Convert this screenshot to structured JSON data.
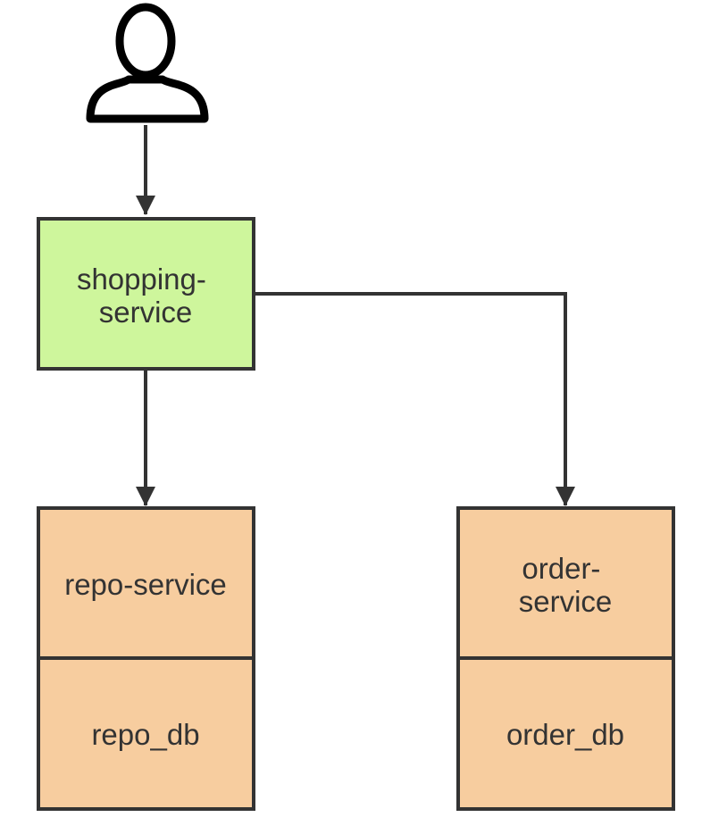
{
  "colors": {
    "service_fill": "#cef69c",
    "storage_fill": "#f7cd9f",
    "stroke": "#333333",
    "text": "#333333",
    "background": "#ffffff"
  },
  "actor": {
    "icon": "user-icon"
  },
  "nodes": {
    "shopping_service": {
      "lines": [
        "shopping-",
        "service"
      ]
    },
    "repo_service": {
      "lines": [
        "repo-service"
      ]
    },
    "repo_db": {
      "lines": [
        "repo_db"
      ]
    },
    "order_service": {
      "lines": [
        "order-",
        "service"
      ]
    },
    "order_db": {
      "lines": [
        "order_db"
      ]
    }
  }
}
